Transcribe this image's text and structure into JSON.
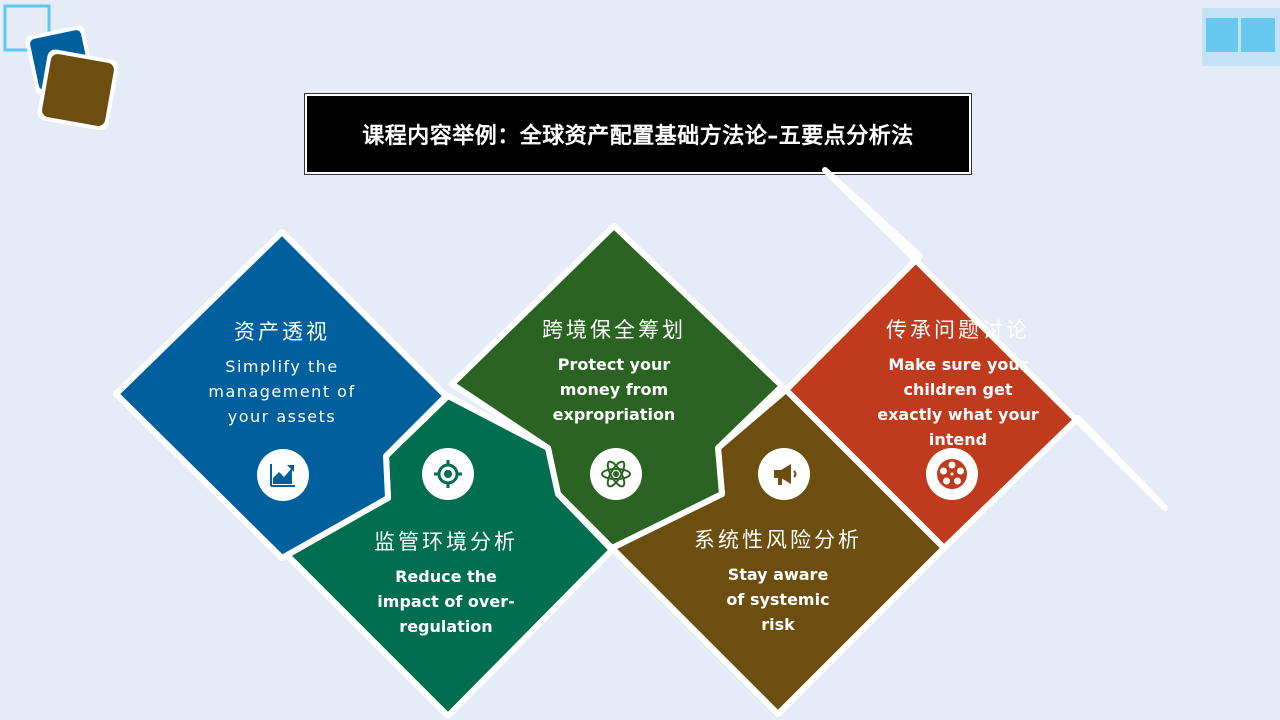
{
  "title": "课程内容举例：全球资产配置基础方法论–五要点分析法",
  "colors": {
    "blue": "#00609e",
    "teal": "#026e50",
    "green": "#2a6322",
    "brown": "#6c4e10",
    "red": "#c03a1e"
  },
  "items": [
    {
      "cn": "资产透视",
      "en": "Simplify the management of your assets",
      "icon": "chart-up-icon"
    },
    {
      "cn": "监管环境分析",
      "en": "Reduce the impact of over-regulation",
      "icon": "target-icon"
    },
    {
      "cn": "跨境保全筹划",
      "en": "Protect your money from expropriation",
      "icon": "atom-icon"
    },
    {
      "cn": "系统性风险分析",
      "en": "Stay aware of systemic risk",
      "icon": "megaphone-icon"
    },
    {
      "cn": "传承问题讨论",
      "en": "Make sure your children get exactly what your intend",
      "icon": "film-reel-icon"
    }
  ]
}
